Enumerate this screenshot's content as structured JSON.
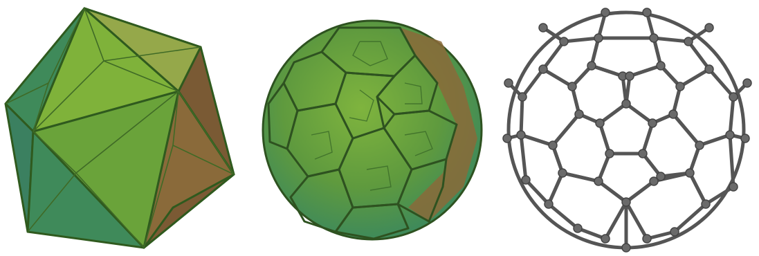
{
  "figure": {
    "panels": [
      {
        "id": "icosahedron",
        "shape": "icosahedron-solid",
        "colors": {
          "light": "#7fb23a",
          "mid": "#5e9a3a",
          "dark": "#3f8a5a",
          "brown": "#8a6a3a",
          "edge": "#2f5a1e"
        }
      },
      {
        "id": "truncated-icosahedron-solid",
        "shape": "truncated-icosahedron-solid",
        "colors": {
          "light": "#78ad3c",
          "mid": "#5f9a3e",
          "teal": "#3f9058",
          "brown": "#8a6a3a",
          "edge": "#2e5220"
        }
      },
      {
        "id": "buckyball-wireframe",
        "shape": "c60-ball-and-stick",
        "colors": {
          "bond": "#555555",
          "atom": "#6a6a6a",
          "highlight": "#b0b0b0"
        }
      }
    ]
  }
}
